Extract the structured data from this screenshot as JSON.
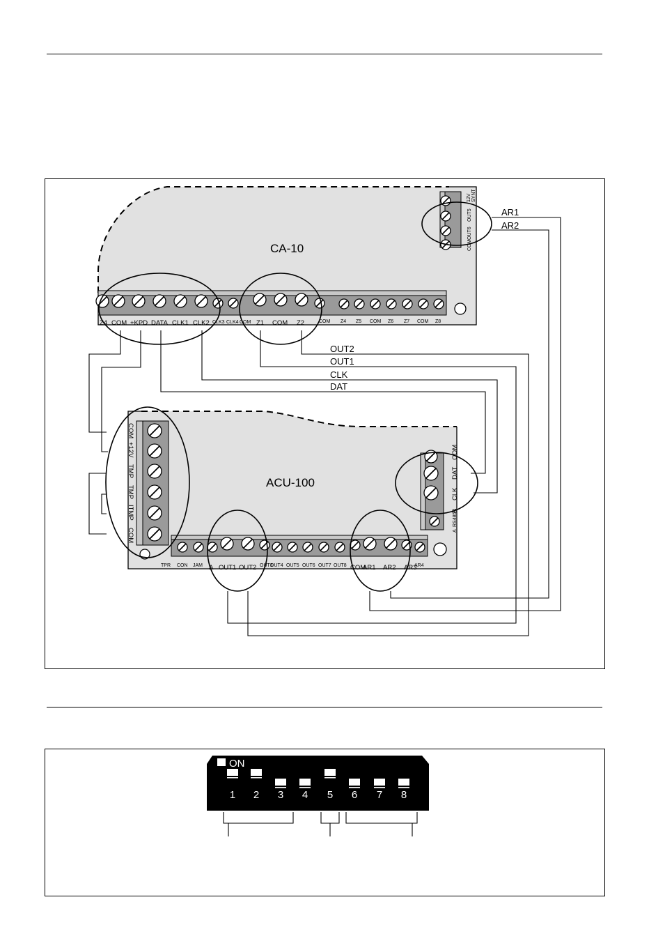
{
  "wiring": {
    "ca10_title": "CA-10",
    "acu_title": "ACU-100",
    "ca10_bottom_terminals": [
      "Z4",
      "COM",
      "+KPD",
      "DATA",
      "CLK1",
      "CLK2",
      "CLK3",
      "CLK4",
      "COM",
      "Z1",
      "COM",
      "Z2",
      "COM",
      "Z4",
      "Z5",
      "COM",
      "Z6",
      "Z7",
      "COM",
      "Z8"
    ],
    "ca10_right_terminals": [
      "12V",
      "SYNT",
      "OUT5",
      "OUT6",
      "COM"
    ],
    "acu_left_terminals": [
      "COM",
      "+12V",
      "TMP",
      "TMP",
      "ITMP",
      "COM"
    ],
    "acu_bottom_terminals": [
      "TPR",
      "CON",
      "JAM",
      "A",
      "OUT1",
      "OUT2",
      "OUT3",
      "OUT4",
      "OUT5",
      "OUT6",
      "OUT7",
      "OUT8",
      "COM",
      "AR1",
      "AR2",
      "AR3",
      "AR4"
    ],
    "acu_right_terminals": [
      "CLK",
      "DAT",
      "COM",
      "RS485",
      "B",
      "A"
    ],
    "wire_labels": [
      "AR1",
      "AR2",
      "OUT2",
      "OUT1",
      "CLK",
      "DAT"
    ]
  },
  "dip_switch": {
    "on_label": "ON",
    "numbers": [
      "1",
      "2",
      "3",
      "4",
      "5",
      "6",
      "7",
      "8"
    ],
    "positions": [
      "on",
      "on",
      "off",
      "off",
      "on",
      "off",
      "off",
      "off"
    ]
  }
}
